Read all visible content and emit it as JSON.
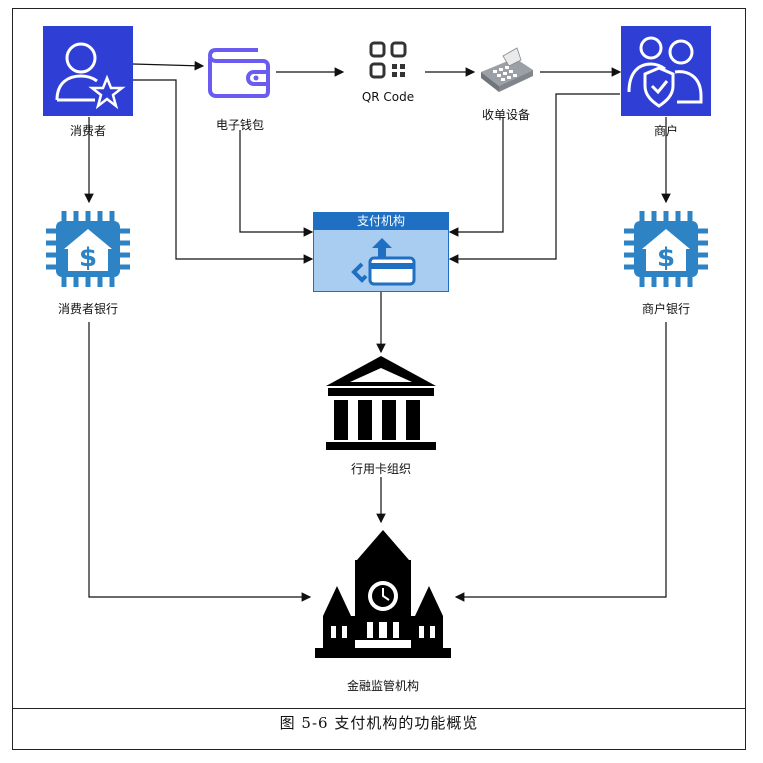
{
  "nodes": {
    "consumer": "消费者",
    "ewallet": "电子钱包",
    "qrcode": "QR Code",
    "pos": "收单设备",
    "merchant": "商户",
    "consumer_bank": "消费者银行",
    "merchant_bank": "商户银行",
    "payment_institution": "支付机构",
    "card_organization": "行用卡组织",
    "financial_regulator": "金融监管机构"
  },
  "caption": "图 5-6  支付机构的功能概览",
  "colors": {
    "aws_blue": "#2f3fd6",
    "wallet_purple": "#6a5cf0",
    "bank_blue": "#2d83c4",
    "pay_header": "#1f6fc2",
    "pay_body": "#a9cdf0"
  },
  "icons": [
    "user-star-icon",
    "wallet-icon",
    "qr-code-icon",
    "card-terminal-icon",
    "users-shield-icon",
    "bank-chip-icon",
    "courthouse-icon",
    "clock-tower-icon",
    "card-swap-icon"
  ]
}
